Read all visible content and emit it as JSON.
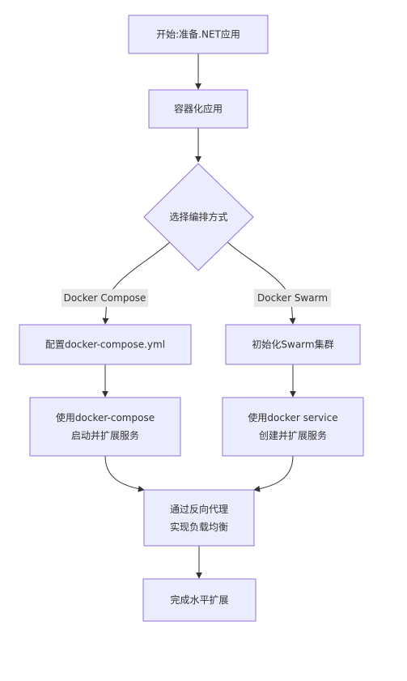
{
  "nodes": {
    "start": {
      "lines": [
        "开始:准备.NET应用"
      ]
    },
    "containerize": {
      "lines": [
        "容器化应用"
      ]
    },
    "choose": {
      "lines": [
        "选择编排方式"
      ]
    },
    "config_compose": {
      "lines": [
        "配置docker-compose.yml"
      ]
    },
    "init_swarm": {
      "lines": [
        "初始化Swarm集群"
      ]
    },
    "use_compose": {
      "lines": [
        "使用docker-compose",
        "启动并扩展服务"
      ]
    },
    "use_service": {
      "lines": [
        "使用docker service",
        "创建并扩展服务"
      ]
    },
    "reverse_proxy": {
      "lines": [
        "通过反向代理",
        "实现负载均衡"
      ]
    },
    "done": {
      "lines": [
        "完成水平扩展"
      ]
    }
  },
  "edge_labels": {
    "compose": "Docker Compose",
    "swarm": "Docker Swarm"
  },
  "colors": {
    "node_fill": "#ECECFF",
    "node_stroke": "#9370DB",
    "edge": "#333333",
    "label_bg": "#e8e8e8",
    "text": "#333333"
  }
}
